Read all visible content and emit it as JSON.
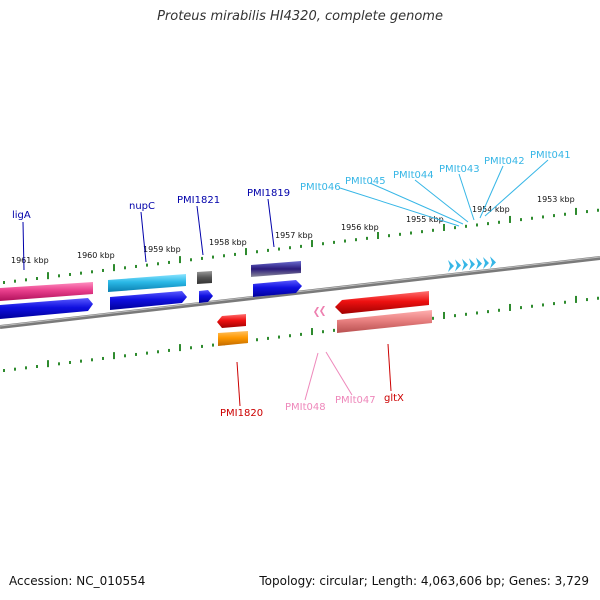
{
  "title": "Proteus mirabilis HI4320, complete genome",
  "footer": {
    "accession_label": "Accession: NC_010554",
    "topology_label": "Topology: circular; Length: 4,063,606 bp; Genes: 3,729"
  },
  "scale": {
    "unit": "kbp",
    "tick_labels": [
      "1961 kbp",
      "1960 kbp",
      "1959 kbp",
      "1958 kbp",
      "1957 kbp",
      "1956 kbp",
      "1955 kbp",
      "1954 kbp",
      "1953 kbp"
    ]
  },
  "colors": {
    "backbone": "#7a7a7a",
    "tick": "#2e8b2e",
    "ligA_gene": "#e83e8c",
    "nupC_gene": "#2ab8e6",
    "cds_blue": "#1010e0",
    "PMI1821_gene": "#555555",
    "PMI1819_gene": "#3a2a8a",
    "trna": "#36b6e6",
    "trna_minus": "#ee80b0",
    "gltX_gene": "#ee1111",
    "gltX_cds": "#e88080",
    "PMI1820_gene": "#ee1111",
    "PMI1820_cds": "#ff9900"
  },
  "labels_upper": [
    "ligA",
    "nupC",
    "PMI1821",
    "PMI1819"
  ],
  "labels_trna_upper": [
    "PMIt046",
    "PMIt045",
    "PMIt044",
    "PMIt043",
    "PMIt042",
    "PMIt041"
  ],
  "labels_lower": [
    "PMI1820",
    "PMIt048",
    "PMIt047",
    "gltX"
  ]
}
